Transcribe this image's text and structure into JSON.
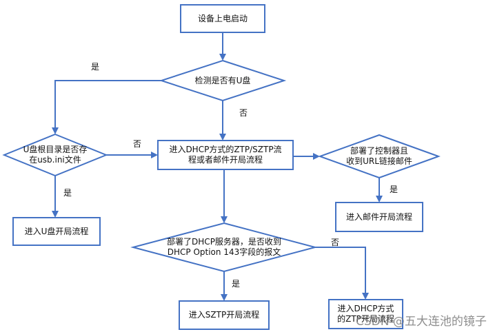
{
  "nodes": {
    "start": "设备上电启动",
    "check_usb": "检测是否有U盘",
    "usb_ini": "U盘根目录是否存\n在usb.ini文件",
    "usb_flow": "进入U盘开局流程",
    "dhcp_ztp": "进入DHCP方式的ZTP/SZTP流\n程或者邮件开局流程",
    "controller_mail": "部署了控制器且\n收到URL链接邮件",
    "mail_flow": "进入邮件开局流程",
    "dhcp_option": "部署了DHCP服务器，是否收到\nDHCP Option 143字段的报文",
    "sztp_flow": "进入SZTP开局流程",
    "dhcp_ztp_flow": "进入DHCP方式\n的ZTP开局流程"
  },
  "edge_labels": {
    "yes_to_usb_ini": "是",
    "no_to_dhcp": "否",
    "no_from_usb_ini": "否",
    "yes_to_usb_flow": "是",
    "yes_to_mail_flow": "是",
    "yes_to_sztp": "是",
    "no_to_ztp_flow": "否"
  },
  "watermark": "CSDN @五大连池的镜子",
  "colors": {
    "stroke": "#4472c4",
    "arrow": "#4472c4",
    "text": "#111111"
  }
}
